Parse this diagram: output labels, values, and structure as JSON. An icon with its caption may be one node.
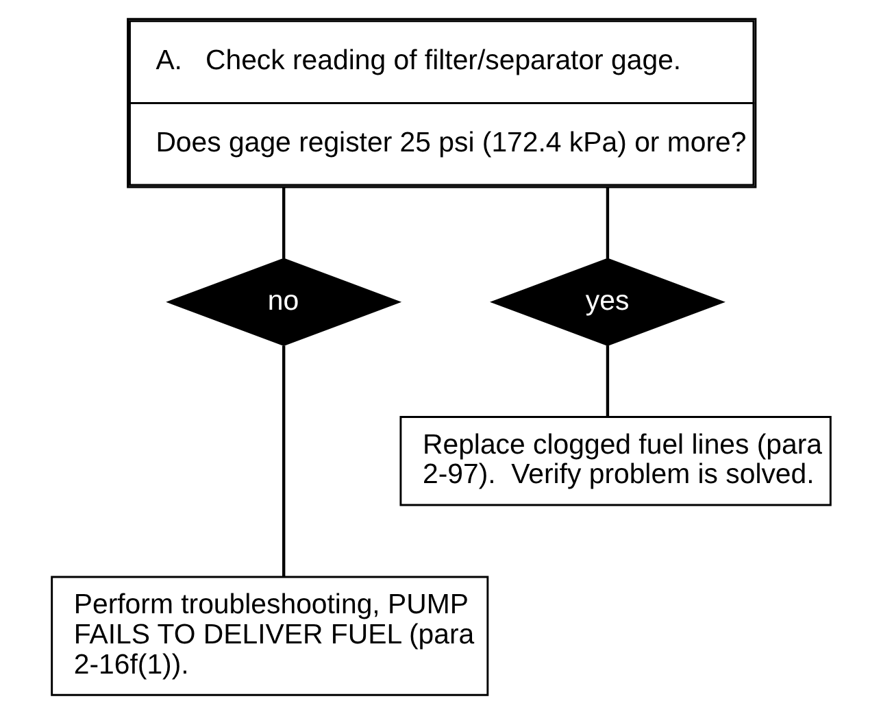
{
  "diagram": {
    "nodes": [
      {
        "text": [
          "A.   Check reading of filter/separator gage.",
          "Does gage register 25 psi (172.4 kPa) or more?"
        ]
      },
      {
        "text": [
          "no"
        ]
      },
      {
        "text": [
          "yes"
        ]
      },
      {
        "text": [
          "Replace clogged fuel lines (para 2-97).  Verify problem is solved."
        ]
      },
      {
        "text": [
          "Perform troubleshooting, PUMP FAILS TO DELIVER FUEL (para 2-16f(1))."
        ]
      }
    ],
    "edges": [
      {
        "from": 0,
        "to": 1,
        "arrow": "none"
      },
      {
        "from": 0,
        "to": 2,
        "arrow": "none"
      },
      {
        "from": 2,
        "to": 3,
        "arrow": "none"
      },
      {
        "from": 1,
        "to": 4,
        "arrow": "none"
      }
    ]
  }
}
